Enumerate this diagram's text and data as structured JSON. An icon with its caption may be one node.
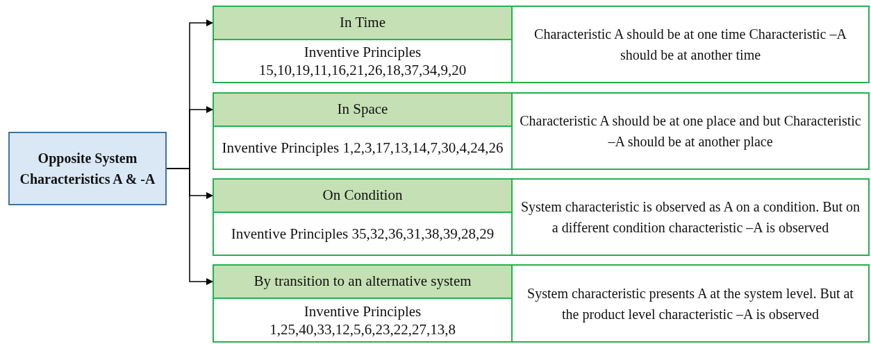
{
  "diagram": {
    "nodes": [
      {
        "text": [
          "Opposite System Characteristics A & -A"
        ]
      },
      {
        "text": [
          "In Time",
          "Inventive Principles 15,10,19,11,16,21,26,18,37,34,9,20",
          "Characteristic A should be at one time Characteristic –A should be at another time"
        ]
      },
      {
        "text": [
          "In Space",
          "Inventive Principles 1,2,3,17,13,14,7,30,4,24,26",
          "Characteristic A should be at one place and but Characteristic –A should be at another place"
        ]
      },
      {
        "text": [
          "On Condition",
          "Inventive Principles 35,32,36,31,38,39,28,29",
          "System characteristic is observed as A on a condition. But on a different condition characteristic –A is observed"
        ]
      },
      {
        "text": [
          "By transition to an alternative system",
          "Inventive Principles 1,25,40,33,12,5,6,23,22,27,13,8",
          "System characteristic presents A at the system level. But at the product level characteristic –A is observed"
        ]
      }
    ],
    "edges": [
      {
        "from": 0,
        "to": 1,
        "arrow": "to"
      },
      {
        "from": 0,
        "to": 2,
        "arrow": "to"
      },
      {
        "from": 0,
        "to": 3,
        "arrow": "to"
      },
      {
        "from": 0,
        "to": 4,
        "arrow": "to"
      }
    ]
  }
}
